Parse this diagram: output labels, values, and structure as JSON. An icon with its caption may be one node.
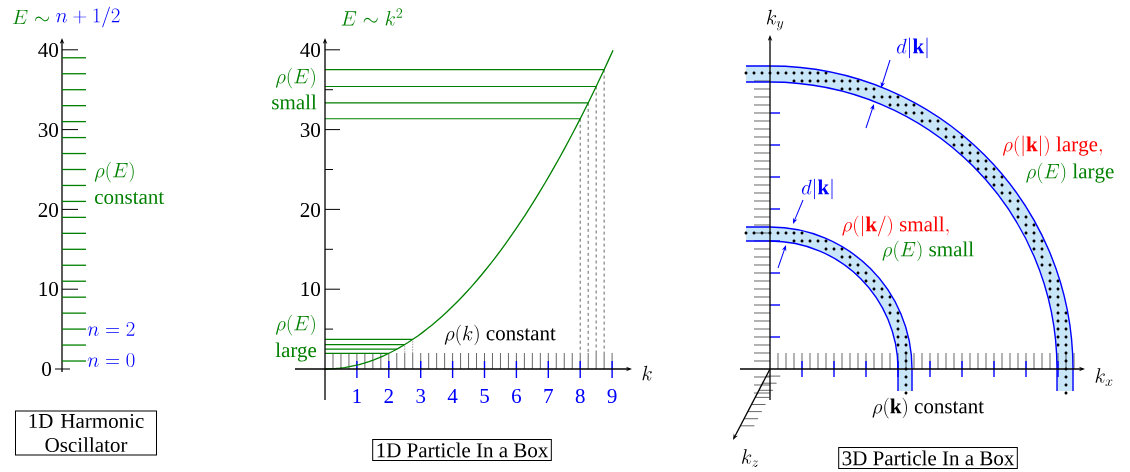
{
  "diagram": {
    "nodes": [
      {
        "text": [
          "1D Harmonic Oscillator"
        ]
      },
      {
        "text": [
          "1D Particle In a Box"
        ]
      },
      {
        "text": [
          "3D Particle In a Box"
        ]
      }
    ],
    "labels": [
      "E \\sim",
      "n+1/2",
      "40",
      "30",
      "20",
      "10",
      "0",
      "\\rho(E)",
      "constant",
      "n = 2",
      "n = 0",
      "E \\sim k^2",
      "40",
      "30",
      "20",
      "10",
      "\\rho(E)",
      "small",
      "\\rho(E)",
      "large",
      "\\rho(k)\\ \\mathrm{constant}",
      "k",
      "1",
      "2",
      "3",
      "4",
      "5",
      "6",
      "7",
      "8",
      "9",
      "k_y",
      "d|\\mathbf{k}|",
      "\\rho(|\\mathbf{k}|)\\ \\mathrm{large,}",
      "\\rho(E)\\ \\mathrm{large}",
      "d|\\mathbf{k}|",
      "\\rho(|\\mathbf{k}/)\\ \\mathrm{small,}",
      "\\rho(E)\\ \\mathrm{small}",
      "k_x",
      "\\rho(\\mathbf{k})\\ \\mathrm{constant}",
      "k_z"
    ]
  }
}
